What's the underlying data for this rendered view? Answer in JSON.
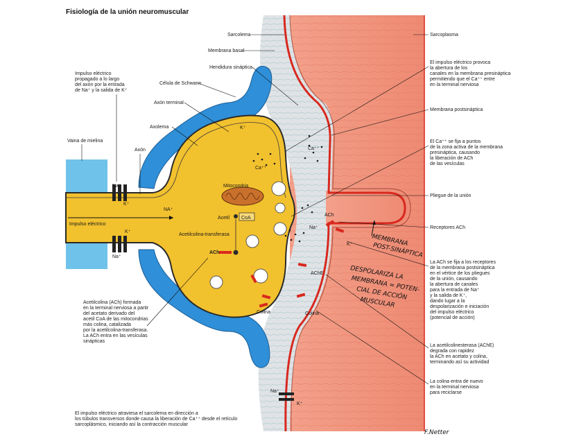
{
  "title": "Fisiología de la unión neuromuscular",
  "labels_left": {
    "impulso_lineas": [
      "Impulso eléctrico",
      "propagado a lo largo",
      "del axón por la entrada",
      "de Na⁺ y la salida de K⁺"
    ],
    "schwann": "Célula de Schwann",
    "axon_terminal": "Axón terminal",
    "axolema": "Axolema",
    "vaina": "Vaina de mielina",
    "axon": "Axón",
    "mitocondria": "Mitocondria",
    "acetil": "Acetil",
    "coa": "CoA",
    "impulso": "Impulso eléctrico",
    "transferasa": "Acetilcolina-transferasa",
    "ach": "ACh",
    "colina_left": "Colina",
    "na_top": "Na⁺",
    "k_top": "K⁺",
    "na_bottom": "Na⁺",
    "k_bottom": "K⁺",
    "na_axon": "NA⁺",
    "k_axon": "K⁺",
    "ca_in": "Ca⁺⁺",
    "ca_out": "Ca⁺⁺",
    "ach_lineas": [
      "Acetilcolina (ACh) formada",
      "en la terminal nerviosa a partir",
      "del acetato derivado del",
      "acetil CoA de las mitocondrias",
      "más colina, catalizada",
      "por la acetilcolina-transferasa.",
      "La ACh entra en las vesículas",
      "sinápticas"
    ],
    "bottom_lineas": [
      "El impulso eléctrico atraviesa el sarcolema en dirección a",
      "los túbulos transversos donde causa la liberación de Ca⁺⁺ desde el retículo",
      "sarcoplásmico, iniciando así la contracción muscular"
    ]
  },
  "labels_center": {
    "sarcolema": "Sarcolema",
    "membrana_basal": "Membrana basal",
    "hendidura": "Hendidura sináptica",
    "ach_cleft": "ACh",
    "na_cleft": "Na⁺",
    "k_cleft": "K⁺",
    "ache": "AChE",
    "colina_cleft": "Colina",
    "na_bottom": "Na⁺",
    "k_bottom": "K⁺"
  },
  "labels_right": {
    "sarcoplasma": "Sarcoplasma",
    "impulso_lineas": [
      "El impulso eléctrico provoca",
      "la abertura de los",
      "canales en la membrana presináptica",
      "permitiendo que el Ca⁺⁺ entre",
      "en la terminal nerviosa"
    ],
    "postsinaptica": "Membrana postsináptica",
    "ca_lineas": [
      "El Ca⁺⁺ se fija a puntos",
      "de la zona activa de la membrana",
      "presináptica, causando",
      "la liberación de ACh",
      "de las vesículas"
    ],
    "pliegue": "Pliegue de la unión",
    "receptores": "Receptores ACh",
    "ach_lineas": [
      "La ACh se fija a los receptores",
      "de la membrana postsináptica",
      "en el vértice de los pliegues",
      "de la unión, causando",
      "la abertura de canales",
      "para la entrada de Na⁺",
      "y la salida de K⁺,",
      "dando lugar a la",
      "despolarización e iniciación",
      "del impulso eléctrico",
      "(potencial de acción)"
    ],
    "ache_lineas": [
      "La acetilcolinesterasa (AChE)",
      "degrada con rapidez",
      "la ACh en acetato y colina,",
      "terminando así su actividad"
    ],
    "colina_lineas": [
      "La colina entra de nuevo",
      "en la terminal nerviosa",
      "para reciclarse"
    ]
  },
  "handwritten": {
    "membrana_lineas": [
      "MEMBRANA",
      "POST-SINÁPTICA"
    ],
    "despol_lineas": [
      "DESPOLARIZA LA",
      "MEMBRANA = POTEN-",
      "CIAL DE ACCIÓN",
      "MUSCULAR"
    ],
    "firma": "F.Netter"
  },
  "colors": {
    "axon_yellow": "#f2c12e",
    "axon_outline": "#2a2a2a",
    "schwann_blue": "#2f8fd8",
    "myelin_blue": "#6fc3ea",
    "muscle_salmon": "#f0907a",
    "sarcolemma_red": "#d8281e",
    "cleft_gray": "#d9dde0",
    "vesicle_white": "#ffffff"
  }
}
